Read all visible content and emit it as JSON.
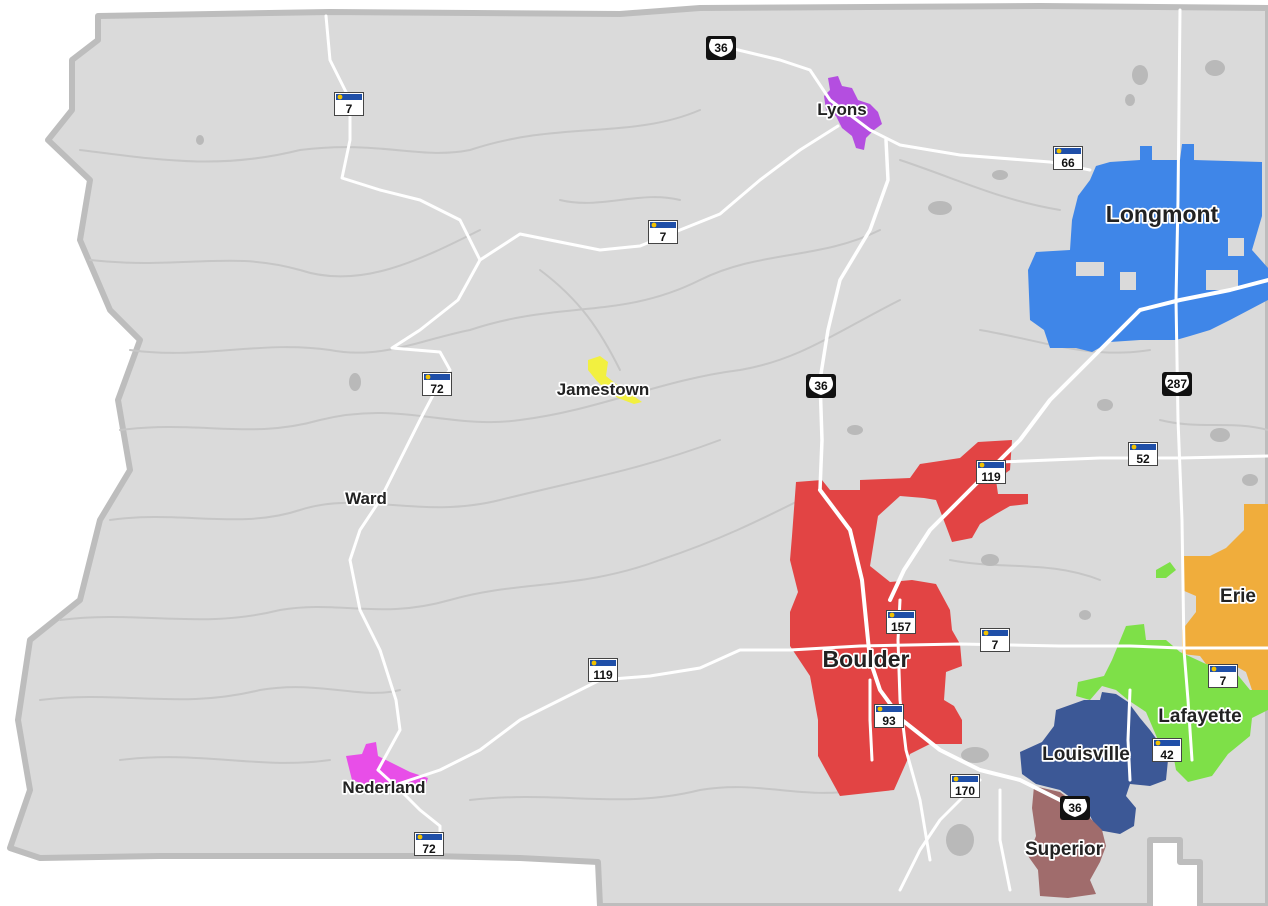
{
  "colors": {
    "background": "#ffffff",
    "county": "#dadada",
    "county_border": "#bdbdbd",
    "road": "#ffffff",
    "lyons": "#b44ee0",
    "longmont": "#3f86e8",
    "jamestown": "#f2f040",
    "boulder": "#e24444",
    "erie": "#f0ad3c",
    "lafayette": "#7ee048",
    "louisville": "#3c5896",
    "superior": "#a06c6c",
    "nederland": "#e84ee8"
  },
  "towns": {
    "lyons": "Lyons",
    "longmont": "Longmont",
    "jamestown": "Jamestown",
    "ward": "Ward",
    "boulder": "Boulder",
    "erie": "Erie",
    "lafayette": "Lafayette",
    "louisville": "Louisville",
    "nederland": "Nederland",
    "superior": "Superior"
  },
  "shields": {
    "us36_north": "36",
    "sh7_west": "7",
    "sh7_mid": "7",
    "sh66": "66",
    "sh72_north": "72",
    "us36_mid": "36",
    "us287": "287",
    "sh52": "52",
    "sh119_longmont": "119",
    "sh157": "157",
    "sh7_east": "7",
    "sh119_canyon": "119",
    "sh7_far_east": "7",
    "sh93": "93",
    "sh42": "42",
    "sh170": "170",
    "us36_south": "36",
    "sh72_south": "72"
  }
}
